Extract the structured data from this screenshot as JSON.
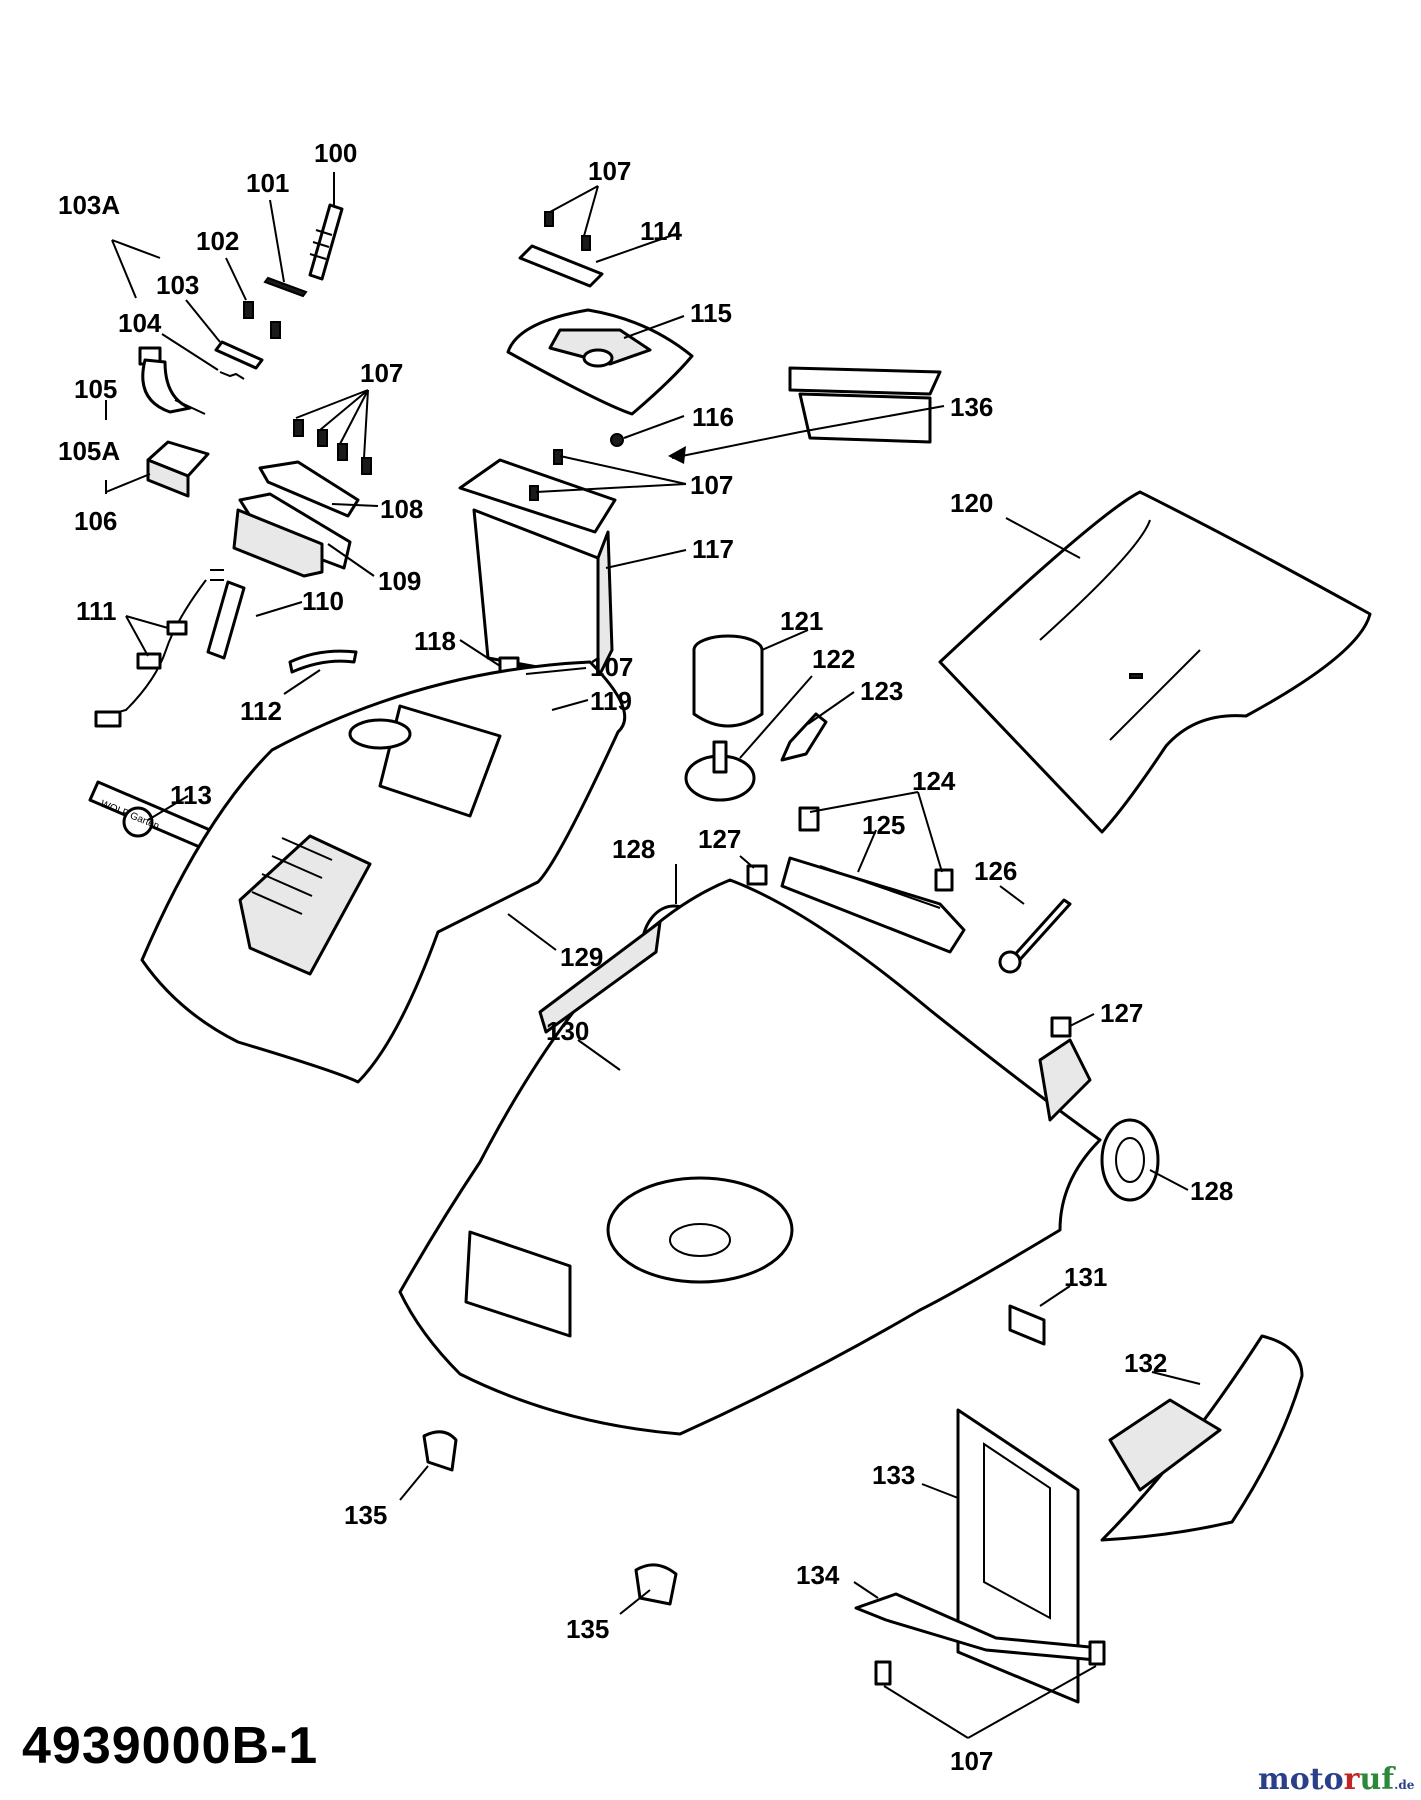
{
  "diagram_code": "4939000B-1",
  "watermark": {
    "part1": "moto",
    "part2": "r",
    "part3": "uf",
    "suffix": ".de"
  },
  "labels": {
    "l100": "100",
    "l101": "101",
    "l102": "102",
    "l103a": "103A",
    "l103": "103",
    "l104": "104",
    "l105": "105",
    "l105a": "105A",
    "l106": "106",
    "l107_top": "107",
    "l107_left": "107",
    "l107_mid": "107",
    "l107_118": "107",
    "l107_bottom": "107",
    "l108": "108",
    "l109": "109",
    "l110": "110",
    "l111": "111",
    "l112": "112",
    "l113": "113",
    "l114": "114",
    "l115": "115",
    "l116": "116",
    "l117": "117",
    "l118": "118",
    "l119": "119",
    "l120": "120",
    "l121": "121",
    "l122": "122",
    "l123": "123",
    "l124": "124",
    "l125": "125",
    "l126": "126",
    "l127_a": "127",
    "l127_b": "127",
    "l128_a": "128",
    "l128_b": "128",
    "l129": "129",
    "l130": "130",
    "l131": "131",
    "l132": "132",
    "l133": "133",
    "l134": "134",
    "l135_a": "135",
    "l135_b": "135",
    "l136": "136"
  },
  "logo_text": "WOLF Garten"
}
